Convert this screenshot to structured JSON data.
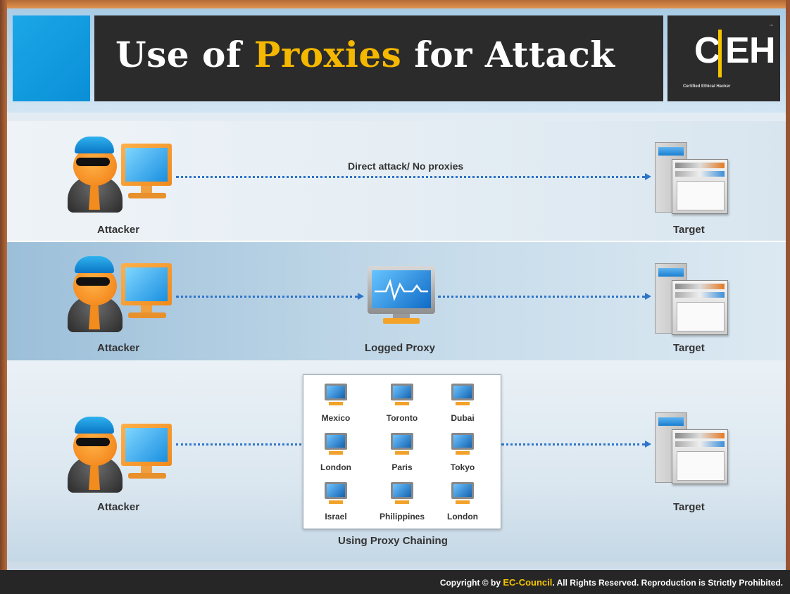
{
  "header": {
    "title_pre": "Use of ",
    "title_highlight": "Proxies",
    "title_post": " for Attack",
    "logo_c": "C",
    "logo_e": "E",
    "logo_h": "H",
    "logo_tm": "™",
    "logo_sub": "Certified   Ethical   Hacker"
  },
  "row1": {
    "attacker_label": "Attacker",
    "edge_label": "Direct attack/ No proxies",
    "target_label": "Target"
  },
  "row2": {
    "attacker_label": "Attacker",
    "proxy_label": "Logged Proxy",
    "target_label": "Target"
  },
  "row3": {
    "attacker_label": "Attacker",
    "chain_label": "Using Proxy Chaining",
    "target_label": "Target",
    "cities": [
      "Mexico",
      "Toronto",
      "Dubai",
      "London",
      "Paris",
      "Tokyo",
      "Israel",
      "Philippines",
      "London"
    ]
  },
  "footer": {
    "text_pre": "Copyright © by ",
    "brand": "EC-Council",
    "text_post": ". All Rights Reserved. Reproduction is Strictly Prohibited."
  },
  "colors": {
    "accent": "#f5b800",
    "arrow": "#2e74c9",
    "title_bg": "#2b2b2b",
    "blue_square": "#1ba7e8"
  }
}
